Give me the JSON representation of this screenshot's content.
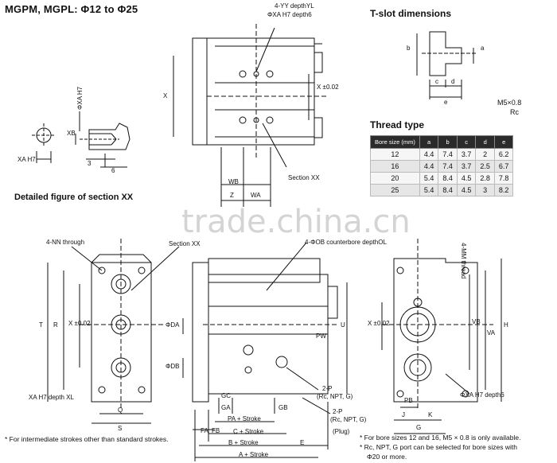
{
  "title": "MGPM, MGPL: Φ12 to Φ25",
  "tslot": {
    "heading": "T-slot dimensions",
    "labels": {
      "a": "a",
      "b": "b",
      "c": "c",
      "d": "d",
      "e": "e"
    },
    "thread_note_1": "M5×0.8",
    "thread_note_2": "Rc"
  },
  "thread_type": {
    "heading": "Thread type",
    "columns": [
      "Bore size (mm)",
      "a",
      "b",
      "c",
      "d",
      "e"
    ],
    "rows": [
      [
        "12",
        "4.4",
        "7.4",
        "3.7",
        "2",
        "6.2"
      ],
      [
        "16",
        "4.4",
        "7.4",
        "3.7",
        "2.5",
        "6.7"
      ],
      [
        "20",
        "5.4",
        "8.4",
        "4.5",
        "2.8",
        "7.8"
      ],
      [
        "25",
        "5.4",
        "8.4",
        "4.5",
        "3",
        "8.2"
      ]
    ]
  },
  "detail": {
    "heading": "Detailed figure of section XX",
    "labels": {
      "xa": "ΦXA H7",
      "xa2": "XA H7",
      "xb": "XB",
      "three": "3",
      "six": "6"
    }
  },
  "top_view": {
    "labels": {
      "yy": "4-YY depthYL",
      "xa": "ΦXA H7 depth6",
      "x": "X",
      "x_tol": "X ±0.02",
      "section": "Section XX",
      "wb": "WB",
      "z": "Z",
      "wa": "WA"
    }
  },
  "left_view": {
    "labels": {
      "nn": "4-NN through",
      "section": "Section XX",
      "t": "T",
      "r": "R",
      "x": "X ±0.02",
      "xa": "XA H7 depth XL",
      "q": "Q",
      "s": "S"
    }
  },
  "front_view": {
    "labels": {
      "ob": "4-ΦOB counterbore depthOL",
      "da": "ΦDA",
      "db": "ΦDB",
      "pw": "PW",
      "u": "U",
      "gc": "GC",
      "ga": "GA",
      "gb": "GB",
      "fa": "FA",
      "fb": "FB",
      "pa": "PA + Stroke",
      "c": "C + Stroke",
      "b": "B + Stroke",
      "a": "A + Stroke",
      "e": "E",
      "p1": "2-P",
      "p1b": "(Rc, NPT, G)",
      "p2": "2-P",
      "p2b": "(Rc, NPT, G)",
      "plug": "(Plug)"
    }
  },
  "right_view": {
    "labels": {
      "hex": "4-MM thread",
      "x": "X ±0.02",
      "vb": "VB",
      "va": "VA",
      "h": "H",
      "xa": "ΦXA H7 depth6",
      "pb": "PB",
      "g": "G",
      "j": "J",
      "k": "K"
    }
  },
  "footnotes": {
    "left": "* For intermediate strokes other than standard strokes.",
    "right_1": "* For bore sizes 12 and 16, M5 × 0.8 is only available.",
    "right_2": "* Rc, NPT, G port can be selected for bore sizes with",
    "right_3": "Φ20 or more."
  },
  "watermark": "trade.china.cn"
}
